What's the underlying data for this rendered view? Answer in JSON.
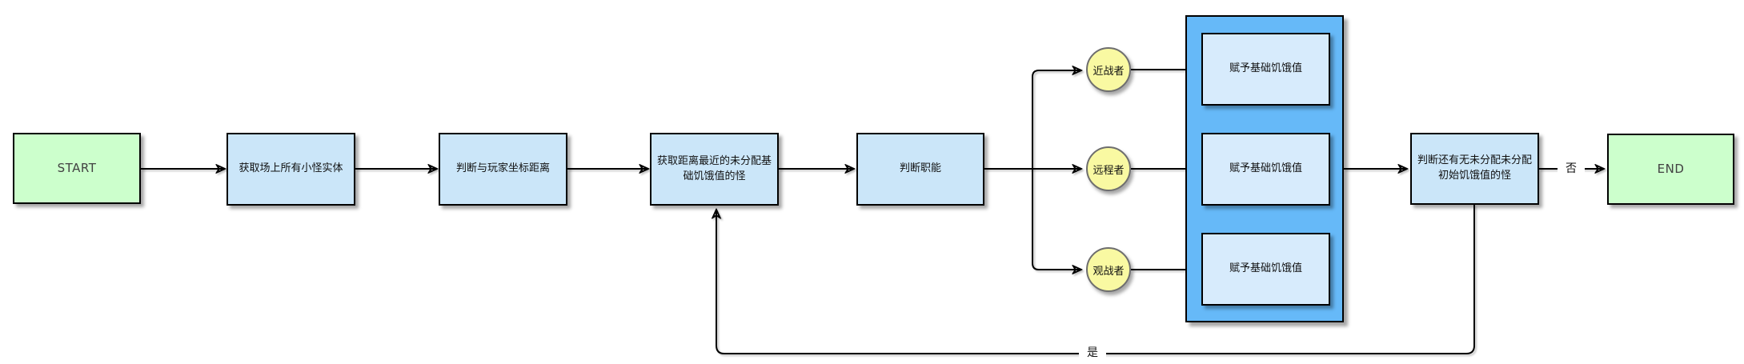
{
  "diagram": {
    "nodes": {
      "start": {
        "label": "START",
        "type": "terminal"
      },
      "get_monsters": {
        "label": "获取场上所有小怪实体",
        "type": "process"
      },
      "judge_distance": {
        "label": "判断与玩家坐标距离",
        "type": "process"
      },
      "get_nearest": {
        "label": "获取距离最近的未分配基础饥饿值的怪",
        "type": "process"
      },
      "judge_role": {
        "label": "判断职能",
        "type": "process"
      },
      "melee": {
        "label": "近战者",
        "type": "circle"
      },
      "ranged": {
        "label": "远程者",
        "type": "circle"
      },
      "spectator": {
        "label": "观战者",
        "type": "circle"
      },
      "assign_melee": {
        "label": "赋予基础饥饿值",
        "type": "process-in-group"
      },
      "assign_ranged": {
        "label": "赋予基础饥饿值",
        "type": "process-in-group"
      },
      "assign_spectator": {
        "label": "赋予基础饥饿值",
        "type": "process-in-group"
      },
      "judge_remaining": {
        "label": "判断还有无未分配未分配初始饥饿值的怪",
        "type": "process"
      },
      "end": {
        "label": "END",
        "type": "terminal"
      }
    },
    "edge_labels": {
      "yes": "是",
      "no": "否"
    },
    "edges": [
      {
        "from": "start",
        "to": "get_monsters"
      },
      {
        "from": "get_monsters",
        "to": "judge_distance"
      },
      {
        "from": "judge_distance",
        "to": "get_nearest"
      },
      {
        "from": "get_nearest",
        "to": "judge_role"
      },
      {
        "from": "judge_role",
        "to": "melee"
      },
      {
        "from": "judge_role",
        "to": "ranged"
      },
      {
        "from": "judge_role",
        "to": "spectator"
      },
      {
        "from": "melee",
        "to": "assign_melee"
      },
      {
        "from": "ranged",
        "to": "assign_ranged"
      },
      {
        "from": "spectator",
        "to": "assign_spectator"
      },
      {
        "from": "assign_group",
        "to": "judge_remaining"
      },
      {
        "from": "judge_remaining",
        "to": "end",
        "label": "否"
      },
      {
        "from": "judge_remaining",
        "to": "get_nearest",
        "label": "是"
      }
    ],
    "colors": {
      "terminal_fill": "#ccffcc",
      "process_fill": "#cbe6f9",
      "group_fill": "#66b9f8",
      "group_child_fill": "#d7ebfc",
      "circle_fill": "#f9f9a2",
      "line": "#000000"
    }
  }
}
